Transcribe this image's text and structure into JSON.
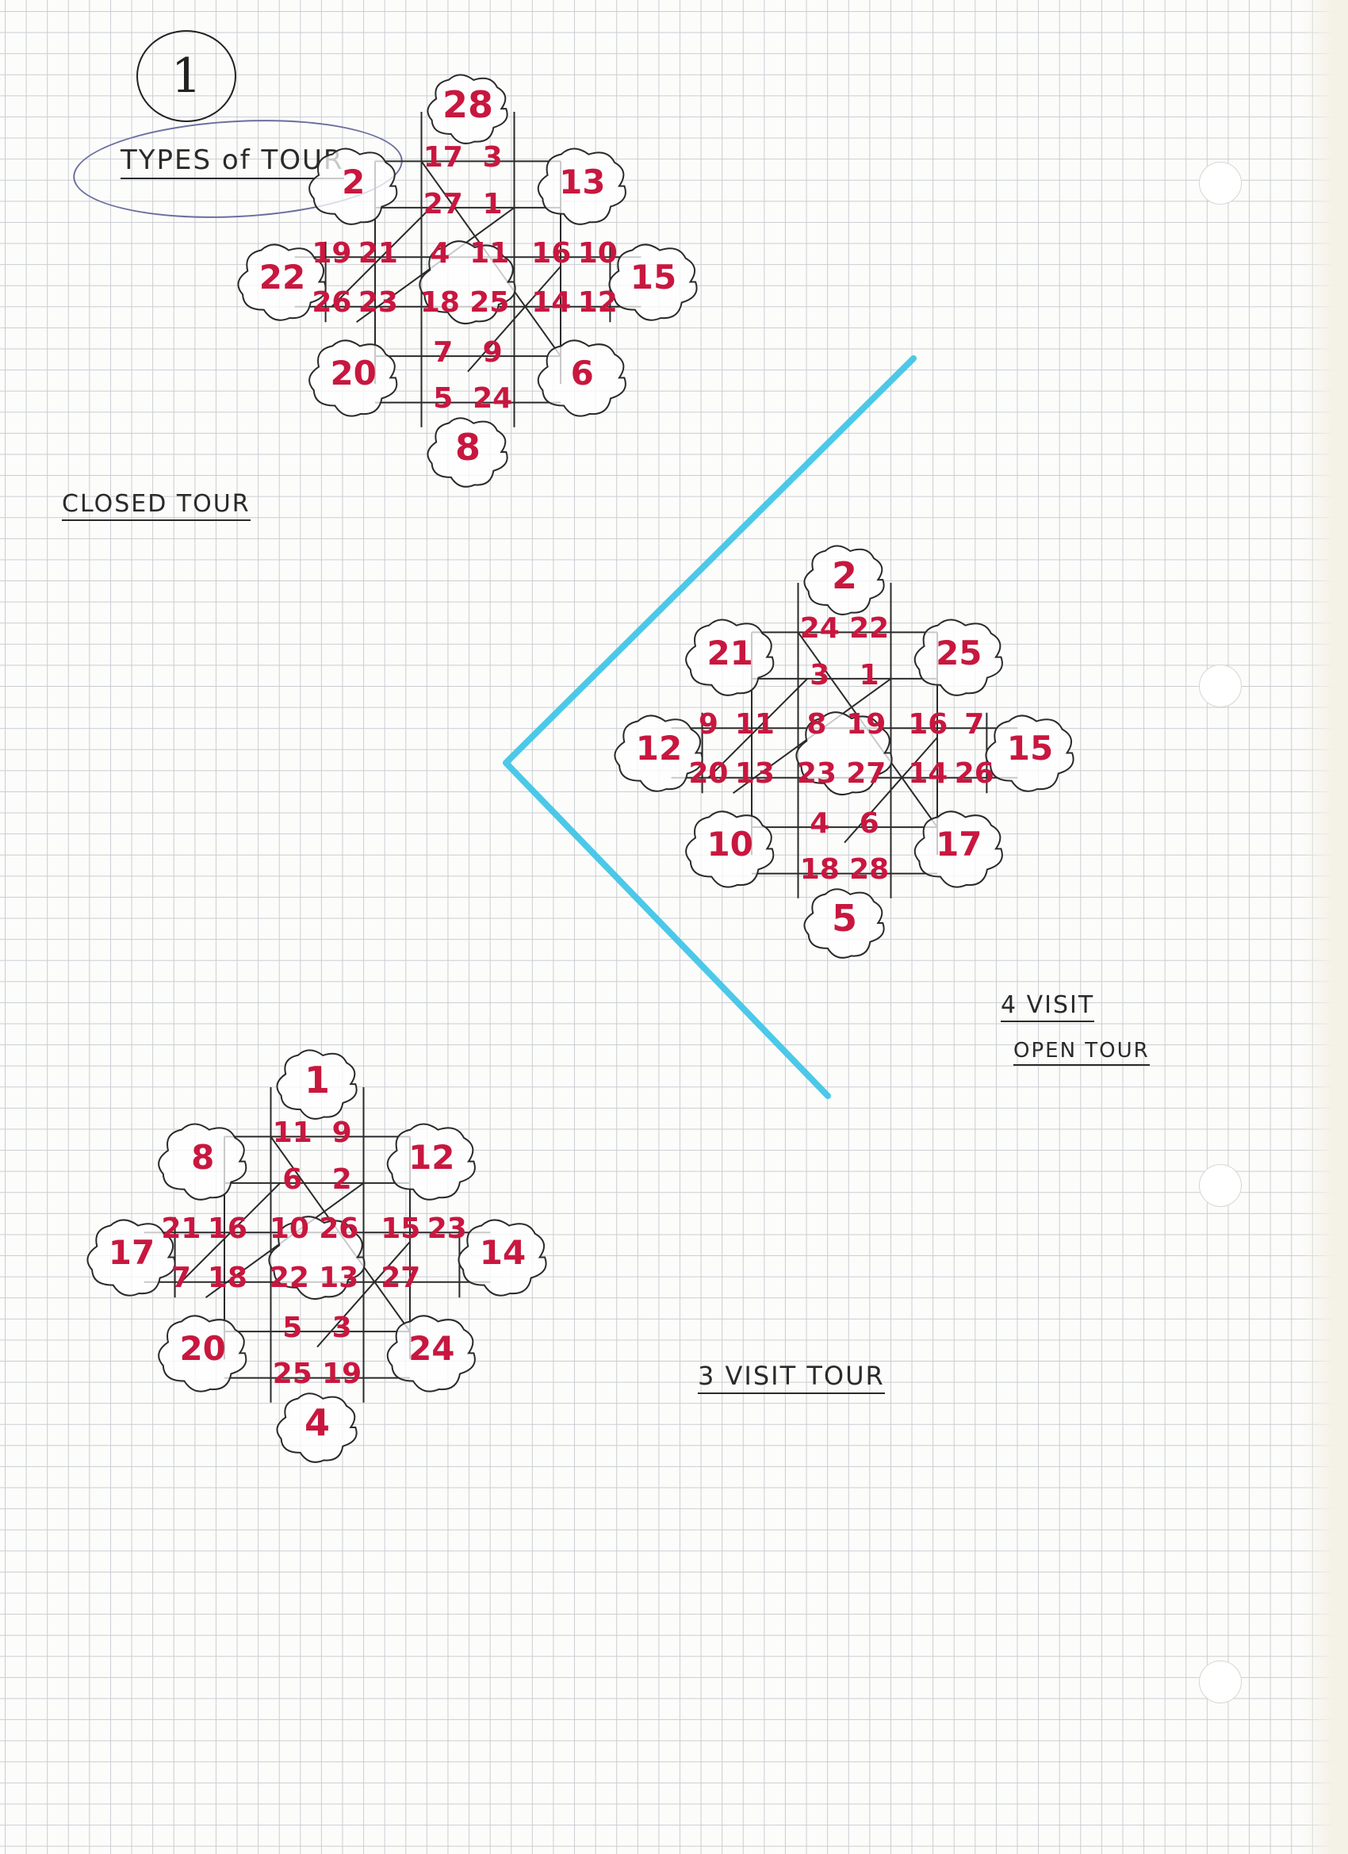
{
  "page_number": "1",
  "title": "TYPES of TOUR",
  "labels": {
    "closed": "CLOSED TOUR",
    "four_visit_line1": "4 VISIT",
    "four_visit_line2": "OPEN TOUR",
    "three_visit": "3 VISIT TOUR"
  },
  "colors": {
    "ink_numbers": "#c8173f",
    "ink_lines": "#2a2a2a",
    "highlighter": "#39c3e6",
    "title_oval": "#6a6f9e"
  },
  "diagrams": [
    {
      "id": "closed",
      "clouds": [
        {
          "pos": "top",
          "label": "28"
        },
        {
          "pos": "ul",
          "label": "2"
        },
        {
          "pos": "ur",
          "label": "13"
        },
        {
          "pos": "left",
          "label": "22"
        },
        {
          "pos": "right",
          "label": "15"
        },
        {
          "pos": "ll",
          "label": "20"
        },
        {
          "pos": "lr",
          "label": "6"
        },
        {
          "pos": "bottom",
          "label": "8"
        }
      ],
      "nodes": [
        {
          "pos": "t1a",
          "label": "17"
        },
        {
          "pos": "t1b",
          "label": "3"
        },
        {
          "pos": "t2a",
          "label": "27"
        },
        {
          "pos": "t2b",
          "label": "1"
        },
        {
          "pos": "m1a",
          "label": "19"
        },
        {
          "pos": "m1b",
          "label": "21"
        },
        {
          "pos": "m1c",
          "label": "4"
        },
        {
          "pos": "m1d",
          "label": "11"
        },
        {
          "pos": "m1e",
          "label": "16"
        },
        {
          "pos": "m1f",
          "label": "10"
        },
        {
          "pos": "m2a",
          "label": "26"
        },
        {
          "pos": "m2b",
          "label": "23"
        },
        {
          "pos": "m2c",
          "label": "18"
        },
        {
          "pos": "m2d",
          "label": "25"
        },
        {
          "pos": "m2e",
          "label": "14"
        },
        {
          "pos": "m2f",
          "label": "12"
        },
        {
          "pos": "b1a",
          "label": "7"
        },
        {
          "pos": "b1b",
          "label": "9"
        },
        {
          "pos": "b2a",
          "label": "5"
        },
        {
          "pos": "b2b",
          "label": "24"
        }
      ]
    },
    {
      "id": "four_visit",
      "clouds": [
        {
          "pos": "top",
          "label": "2"
        },
        {
          "pos": "ul",
          "label": "21"
        },
        {
          "pos": "ur",
          "label": "25"
        },
        {
          "pos": "left",
          "label": "12"
        },
        {
          "pos": "right",
          "label": "15"
        },
        {
          "pos": "ll",
          "label": "10"
        },
        {
          "pos": "lr",
          "label": "17"
        },
        {
          "pos": "bottom",
          "label": "5"
        }
      ],
      "nodes": [
        {
          "pos": "t1a",
          "label": "24"
        },
        {
          "pos": "t1b",
          "label": "22"
        },
        {
          "pos": "t2a",
          "label": "3"
        },
        {
          "pos": "t2b",
          "label": "1"
        },
        {
          "pos": "m1a",
          "label": "9"
        },
        {
          "pos": "m1b",
          "label": "11"
        },
        {
          "pos": "m1c",
          "label": "8"
        },
        {
          "pos": "m1d",
          "label": "19"
        },
        {
          "pos": "m1e",
          "label": "16"
        },
        {
          "pos": "m1f",
          "label": "7"
        },
        {
          "pos": "m2a",
          "label": "20"
        },
        {
          "pos": "m2b",
          "label": "13"
        },
        {
          "pos": "m2c",
          "label": "23"
        },
        {
          "pos": "m2d",
          "label": "27"
        },
        {
          "pos": "m2e",
          "label": "14"
        },
        {
          "pos": "m2f",
          "label": "26"
        },
        {
          "pos": "b1a",
          "label": "4"
        },
        {
          "pos": "b1b",
          "label": "6"
        },
        {
          "pos": "b2a",
          "label": "18"
        },
        {
          "pos": "b2b",
          "label": "28"
        }
      ]
    },
    {
      "id": "three_visit",
      "clouds": [
        {
          "pos": "top",
          "label": "1"
        },
        {
          "pos": "ul",
          "label": "8"
        },
        {
          "pos": "ur",
          "label": "12"
        },
        {
          "pos": "left",
          "label": "17"
        },
        {
          "pos": "right",
          "label": "14"
        },
        {
          "pos": "ll",
          "label": "20"
        },
        {
          "pos": "lr",
          "label": "24"
        },
        {
          "pos": "bottom",
          "label": "4"
        }
      ],
      "nodes": [
        {
          "pos": "t1a",
          "label": "11"
        },
        {
          "pos": "t1b",
          "label": "9"
        },
        {
          "pos": "t2a",
          "label": "6"
        },
        {
          "pos": "t2b",
          "label": "2"
        },
        {
          "pos": "m1a",
          "label": "21"
        },
        {
          "pos": "m1b",
          "label": "16"
        },
        {
          "pos": "m1c",
          "label": "10"
        },
        {
          "pos": "m1d",
          "label": "26"
        },
        {
          "pos": "m1e",
          "label": "15"
        },
        {
          "pos": "m1f",
          "label": "23"
        },
        {
          "pos": "m2a",
          "label": "7"
        },
        {
          "pos": "m2b",
          "label": "18"
        },
        {
          "pos": "m2c",
          "label": "22"
        },
        {
          "pos": "m2d",
          "label": "13"
        },
        {
          "pos": "m2e",
          "label": "27"
        },
        {
          "pos": "b1a",
          "label": "5"
        },
        {
          "pos": "b1b",
          "label": "3"
        },
        {
          "pos": "b2a",
          "label": "25"
        },
        {
          "pos": "b2b",
          "label": "19"
        }
      ]
    }
  ]
}
